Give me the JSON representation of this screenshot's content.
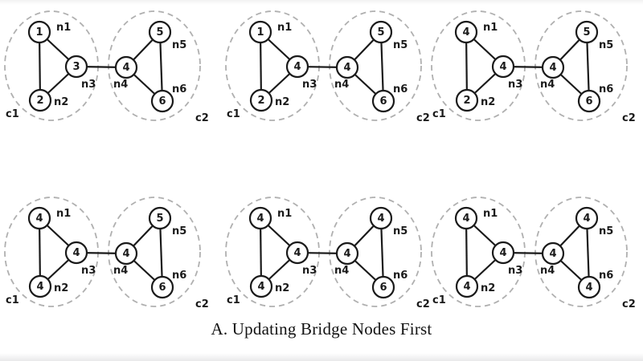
{
  "caption": "A. Updating Bridge Nodes First",
  "colors": {
    "graph_stroke": "#1a1a1a",
    "cluster_stroke": "#b0b0b0",
    "node_fill": "#ffffff",
    "text": "#1a1a1a",
    "background": "#ffffff"
  },
  "graph": {
    "node_keys": [
      "n1",
      "n2",
      "n3",
      "n4",
      "n5",
      "n6"
    ],
    "node_labels": {
      "n1": "n1",
      "n2": "n2",
      "n3": "n3",
      "n4": "n4",
      "n5": "n5",
      "n6": "n6"
    },
    "edges": [
      [
        "n1",
        "n2"
      ],
      [
        "n1",
        "n3"
      ],
      [
        "n2",
        "n3"
      ],
      [
        "n3",
        "n4"
      ],
      [
        "n4",
        "n5"
      ],
      [
        "n4",
        "n6"
      ],
      [
        "n5",
        "n6"
      ]
    ],
    "clusters": [
      {
        "id": "c1",
        "label": "c1",
        "members": [
          "n1",
          "n2",
          "n3"
        ]
      },
      {
        "id": "c2",
        "label": "c2",
        "members": [
          "n4",
          "n5",
          "n6"
        ]
      }
    ],
    "bridge_edge": [
      "n3",
      "n4"
    ]
  },
  "panels": [
    {
      "id": "panel-1",
      "values": {
        "n1": "1",
        "n2": "2",
        "n3": "3",
        "n4": "4",
        "n5": "5",
        "n6": "6"
      }
    },
    {
      "id": "panel-2",
      "values": {
        "n1": "1",
        "n2": "2",
        "n3": "4",
        "n4": "4",
        "n5": "5",
        "n6": "6"
      }
    },
    {
      "id": "panel-3",
      "values": {
        "n1": "4",
        "n2": "2",
        "n3": "4",
        "n4": "4",
        "n5": "5",
        "n6": "6"
      }
    },
    {
      "id": "panel-4",
      "values": {
        "n1": "4",
        "n2": "4",
        "n3": "4",
        "n4": "4",
        "n5": "5",
        "n6": "6"
      }
    },
    {
      "id": "panel-5",
      "values": {
        "n1": "4",
        "n2": "4",
        "n3": "4",
        "n4": "4",
        "n5": "4",
        "n6": "6"
      }
    },
    {
      "id": "panel-6",
      "values": {
        "n1": "4",
        "n2": "4",
        "n3": "4",
        "n4": "4",
        "n5": "4",
        "n6": "4"
      }
    }
  ]
}
